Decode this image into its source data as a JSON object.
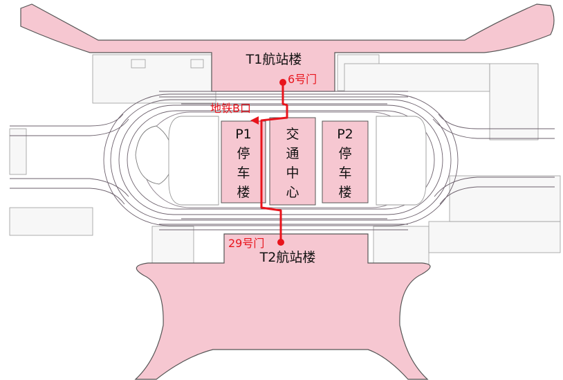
{
  "terminals": {
    "t1": "T1航站楼",
    "t2": "T2航站楼"
  },
  "buildings": {
    "p1": [
      "P1",
      "停",
      "车",
      "楼"
    ],
    "transport_center": [
      "交",
      "通",
      "中",
      "心"
    ],
    "p2": [
      "P2",
      "停",
      "车",
      "楼"
    ]
  },
  "route_labels": {
    "gate_6": "6号门",
    "metro_exit": "地铁B口",
    "gate_29": "29号门"
  },
  "colors": {
    "building_fill": "#f6c7d1",
    "building_stroke": "#555555",
    "route": "#e8141c",
    "road": "#6b5f6b",
    "text": "#111111"
  }
}
